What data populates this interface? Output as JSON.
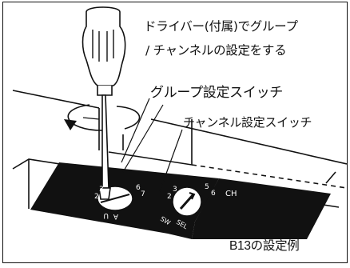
{
  "illustration": {
    "note_line1": "ドライバー(付属)でグループ",
    "note_line2": "/ チャンネルの設定をする",
    "label_group_switch": "グループ設定スイッチ",
    "label_channel_switch": "チャンネル設定スイッチ",
    "caption": "B13の設定例",
    "channel_switch_marks": {
      "tag": "CH",
      "left_digits": [
        "3",
        "2"
      ],
      "right_digits": [
        "5",
        "6"
      ],
      "bottom_codes": [
        "SW",
        "SEL"
      ]
    },
    "group_switch_marks": {
      "left_digits": [
        "3",
        "2"
      ],
      "right_digits": [
        "6",
        "7"
      ],
      "bottom_letters": [
        "U",
        "A"
      ]
    },
    "colors": {
      "line": "#111111",
      "panel": "#111111",
      "background": "#ffffff"
    },
    "icons": [
      "screwdriver-icon",
      "rotation-arrow-icon",
      "rotary-switch-icon"
    ]
  }
}
